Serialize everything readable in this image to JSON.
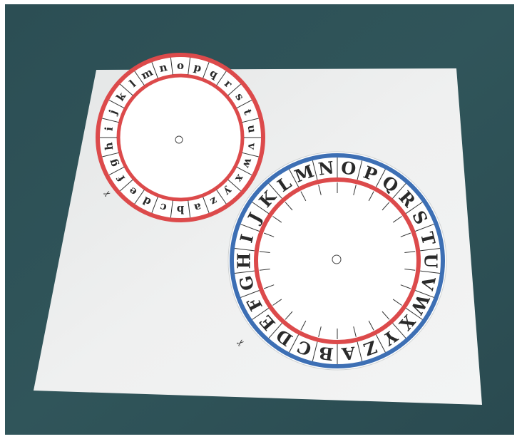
{
  "colors": {
    "frame": "#ffffff",
    "table": "#2f5055",
    "paper": "#eceeed",
    "red": "#dc4a4b",
    "blue": "#3d6fb4",
    "ink": "#2a2a2a"
  },
  "small_wheel": {
    "letters": [
      "a",
      "b",
      "c",
      "d",
      "e",
      "f",
      "g",
      "h",
      "i",
      "j",
      "k",
      "l",
      "m",
      "n",
      "o",
      "p",
      "q",
      "r",
      "s",
      "t",
      "u",
      "v",
      "w",
      "x",
      "y",
      "z"
    ]
  },
  "large_wheel": {
    "letters": [
      "A",
      "B",
      "C",
      "D",
      "E",
      "F",
      "G",
      "H",
      "I",
      "J",
      "K",
      "L",
      "M",
      "N",
      "O",
      "P",
      "Q",
      "R",
      "S",
      "T",
      "U",
      "V",
      "W",
      "X",
      "Y",
      "Z"
    ]
  },
  "icons": {
    "scissors": "scissors-icon"
  }
}
